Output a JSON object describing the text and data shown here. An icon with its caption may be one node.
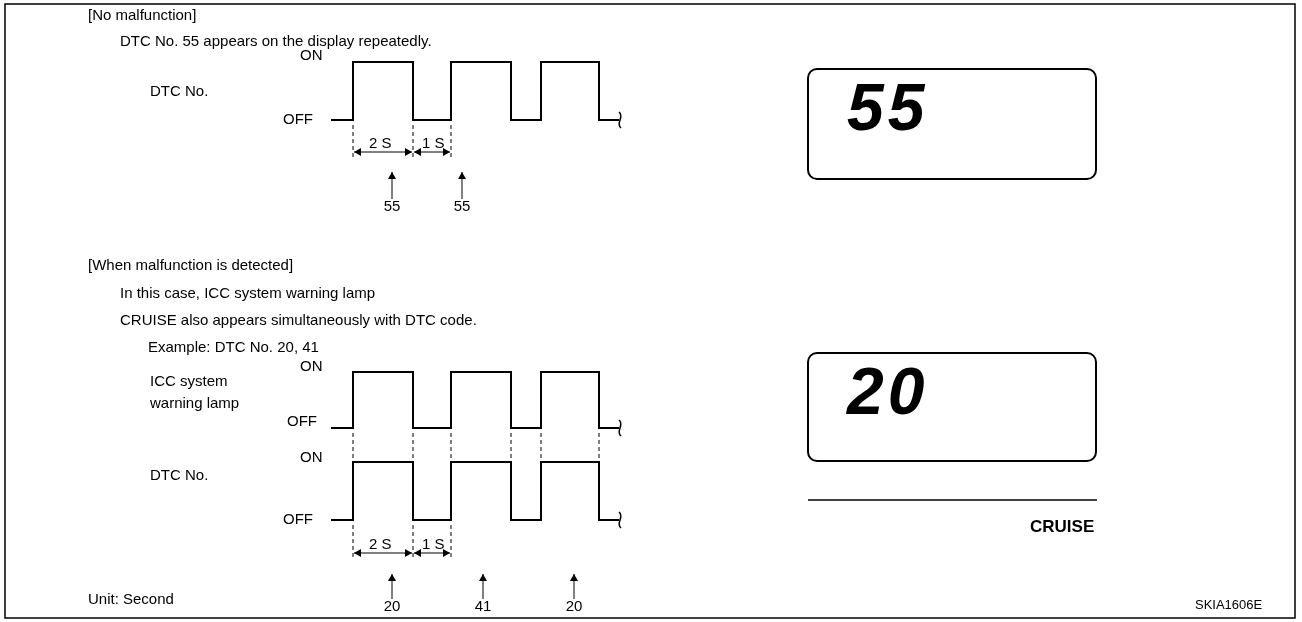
{
  "diagram": {
    "nodes": [
      {
        "text": [
          "55"
        ]
      },
      {
        "text": [
          "20"
        ]
      },
      {
        "text": [
          "55"
        ]
      },
      {
        "text": [
          "55"
        ]
      },
      {
        "text": [
          "20"
        ]
      },
      {
        "text": [
          "41"
        ]
      },
      {
        "text": [
          "20"
        ]
      }
    ],
    "edges": [
      {
        "from": 2,
        "to": null,
        "arrow": "to"
      },
      {
        "from": 3,
        "to": null,
        "arrow": "to"
      },
      {
        "from": 4,
        "to": null,
        "arrow": "to"
      },
      {
        "from": 5,
        "to": null,
        "arrow": "to"
      },
      {
        "from": 6,
        "to": null,
        "arrow": "to"
      }
    ],
    "labels": [
      "[No malfunction]",
      "DTC No. 55 appears on the display repeatedly.",
      "DTC No.",
      "ON",
      "OFF",
      "2 S",
      "1 S",
      "[When malfunction is detected]",
      "In this case, ICC system warning lamp",
      "CRUISE also appears simultaneously with DTC code.",
      "Example: DTC No. 20, 41",
      "ICC system warning lamp",
      "ON",
      "OFF",
      "ON",
      "DTC No.",
      "OFF",
      "2 S",
      "1 S",
      "Unit: Second",
      "CRUISE",
      "SKIA1606E"
    ]
  }
}
